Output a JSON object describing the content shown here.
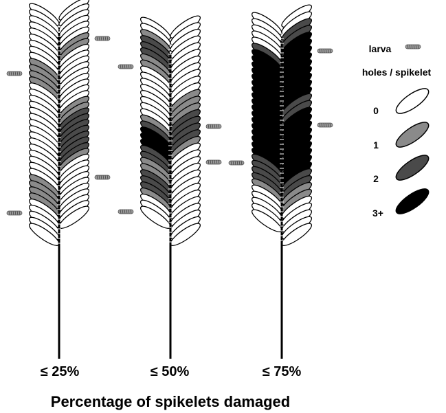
{
  "palette": {
    "0": "#ffffff",
    "1": "#8a8a8a",
    "2": "#4a4a4a",
    "3": "#000000",
    "larva": "#9a9a9a"
  },
  "legend": {
    "larva_label": "larva",
    "holes_label": "holes / spikelet",
    "levels": [
      {
        "label": "0",
        "damage": 0
      },
      {
        "label": "1",
        "damage": 1
      },
      {
        "label": "2",
        "damage": 2
      },
      {
        "label": "3+",
        "damage": 3
      }
    ]
  },
  "heads": [
    {
      "label": "≤ 25%",
      "left_damage": [
        0,
        0,
        0,
        0,
        0,
        0,
        0,
        0,
        0,
        1,
        1,
        1,
        1,
        0,
        0,
        0,
        0,
        0,
        0,
        0,
        0,
        0,
        0,
        0,
        0,
        0,
        0,
        0,
        1,
        1,
        1,
        1,
        0,
        0,
        0,
        0,
        0
      ],
      "right_damage": [
        0,
        0,
        0,
        0,
        0,
        0,
        1,
        1,
        0,
        0,
        0,
        0,
        0,
        0,
        0,
        0,
        0,
        1,
        1,
        2,
        2,
        2,
        2,
        2,
        2,
        2,
        1,
        0,
        0,
        0,
        0,
        0,
        0,
        0,
        0,
        0,
        0
      ]
    },
    {
      "label": "≤ 50%",
      "left_damage": [
        0,
        0,
        1,
        2,
        2,
        2,
        1,
        1,
        0,
        0,
        0,
        0,
        0,
        0,
        0,
        0,
        1,
        2,
        3,
        3,
        3,
        2,
        2,
        1,
        1,
        2,
        2,
        2,
        1,
        0,
        0,
        0
      ],
      "right_damage": [
        0,
        0,
        0,
        0,
        0,
        0,
        0,
        0,
        0,
        0,
        0,
        1,
        1,
        1,
        2,
        2,
        2,
        2,
        1,
        0,
        0,
        0,
        0,
        0,
        0,
        0,
        0,
        0,
        0,
        0,
        0,
        0
      ]
    },
    {
      "label": "≤ 75%",
      "left_damage": [
        0,
        0,
        0,
        0,
        0,
        2,
        3,
        3,
        3,
        3,
        3,
        3,
        3,
        3,
        3,
        3,
        3,
        3,
        3,
        3,
        3,
        3,
        3,
        2,
        2,
        2,
        2,
        1,
        0,
        0,
        0,
        0,
        0
      ],
      "right_damage": [
        0,
        0,
        2,
        2,
        3,
        3,
        3,
        3,
        3,
        3,
        3,
        3,
        3,
        2,
        2,
        3,
        3,
        3,
        3,
        3,
        3,
        3,
        3,
        3,
        2,
        2,
        1,
        1,
        0,
        0,
        0,
        0,
        0
      ]
    }
  ],
  "x_axis_title": "Percentage of spikelets damaged"
}
